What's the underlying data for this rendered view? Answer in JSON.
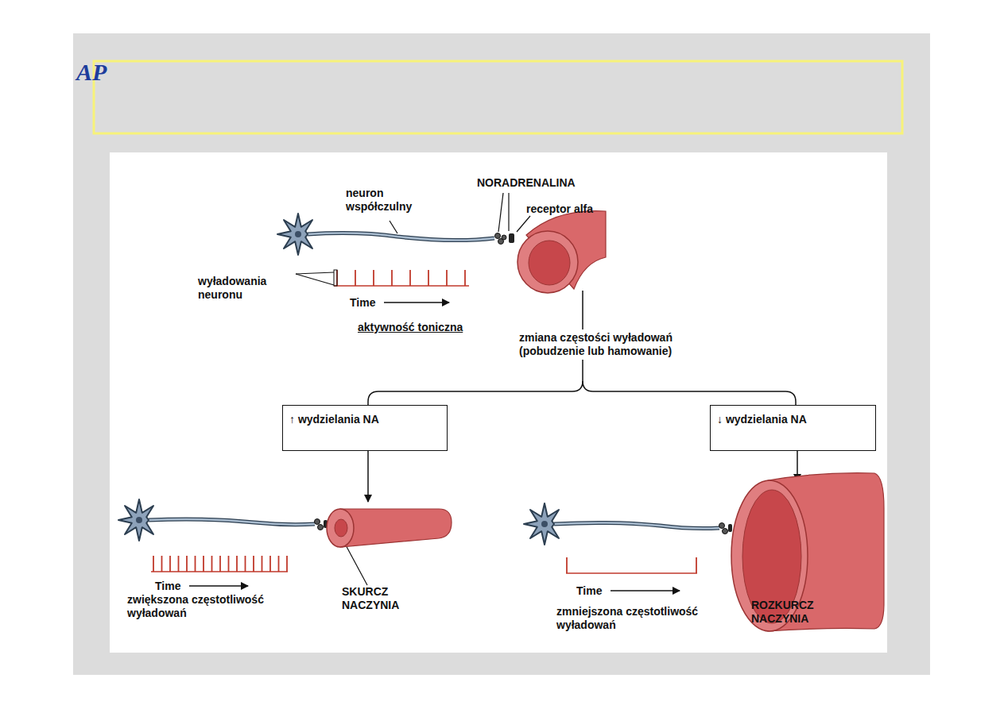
{
  "diagram": {
    "nodes": [
      {
        "text": [
          "↑ wydzielania NA"
        ]
      },
      {
        "text": [
          "↓ wydzielania NA"
        ]
      }
    ],
    "labels": [
      "AP",
      "neuron współczulny",
      "NORADRENALINA",
      "receptor alfa",
      "wyładowania neuronu",
      "Time",
      "aktywność toniczna",
      "zmiana częstości wyładowań (pobudzenie lub hamowanie)",
      "Time",
      "zwiększona częstotliwość wyładowań",
      "SKURCZ NACZYNIA",
      "Time",
      "zmniejszona częstotliwość wyładowań",
      "ROZKURCZ NACZYNIA"
    ]
  }
}
